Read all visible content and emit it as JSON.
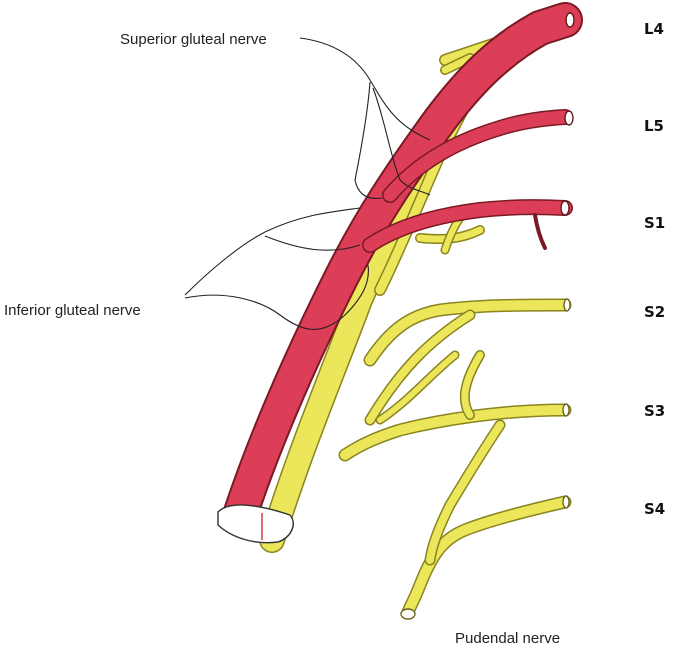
{
  "labels": {
    "superior_gluteal": "Superior gluteal nerve",
    "inferior_gluteal": "Inferior gluteal nerve",
    "pudendal": "Pudendal nerve"
  },
  "roots": [
    "L4",
    "L5",
    "S1",
    "S2",
    "S3",
    "S4"
  ],
  "colors": {
    "nerve_fill": "#ebe65a",
    "nerve_stroke": "#8a8420",
    "trunk_fill": "#dc3d57",
    "trunk_stroke": "#7a1a25",
    "pointer": "#222222"
  }
}
